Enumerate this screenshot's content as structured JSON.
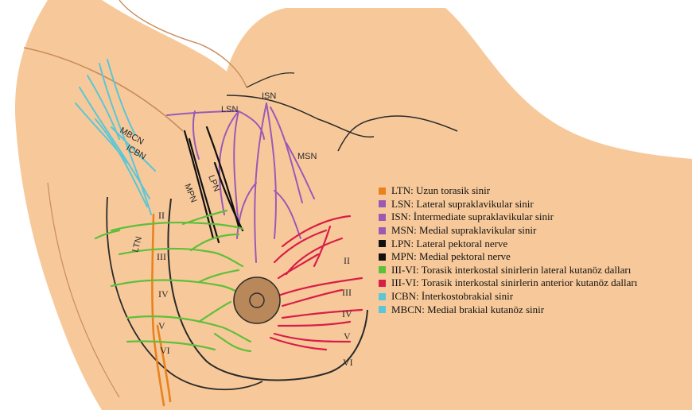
{
  "nerve_labels": {
    "isn": "ISN",
    "lsn": "LSN",
    "msn": "MSN",
    "mbcn": "MBCN",
    "icbn": "ICBN",
    "mpn": "MPN",
    "lpn": "LPN",
    "ltn": "LTN"
  },
  "rib_labels": {
    "left": [
      "II",
      "III",
      "IV",
      "V",
      "VI"
    ],
    "right": [
      "II",
      "III",
      "IV",
      "V",
      "VI"
    ]
  },
  "legend": [
    {
      "color": "#e8821e",
      "text": "LTN: Uzun torasik sinir"
    },
    {
      "color": "#9b59b6",
      "text": "LSN: Lateral supraklavikular sinir"
    },
    {
      "color": "#9b59b6",
      "text": "ISN: İntermediate supraklavikular sinir"
    },
    {
      "color": "#9b59b6",
      "text": "MSN: Medial supraklavikular sinir"
    },
    {
      "color": "#111111",
      "text": "LPN: Lateral pektoral nerve"
    },
    {
      "color": "#111111",
      "text": "MPN: Medial pektoral nerve"
    },
    {
      "color": "#5fbf3a",
      "text": "III-VI: Torasik interkostal sinirlerin lateral kutanöz dalları"
    },
    {
      "color": "#d81e48",
      "text": "III-VI: Torasik interkostal sinirlerin anterior kutanöz dalları"
    },
    {
      "color": "#5bc6d6",
      "text": "ICBN: İnterkostobrakial sinir"
    },
    {
      "color": "#5bc6d6",
      "text": "MBCN: Medial brakial kutanöz sinir"
    }
  ],
  "colors": {
    "skin": "#f7c99a",
    "outline": "#2a2a2a",
    "areola": "#b8875a",
    "ltn": "#e8821e",
    "supraclavicular": "#9b59b6",
    "pectoral": "#111111",
    "lateral_cutaneous": "#5fbf3a",
    "anterior_cutaneous": "#d81e48",
    "brachial": "#5bc6d6"
  }
}
